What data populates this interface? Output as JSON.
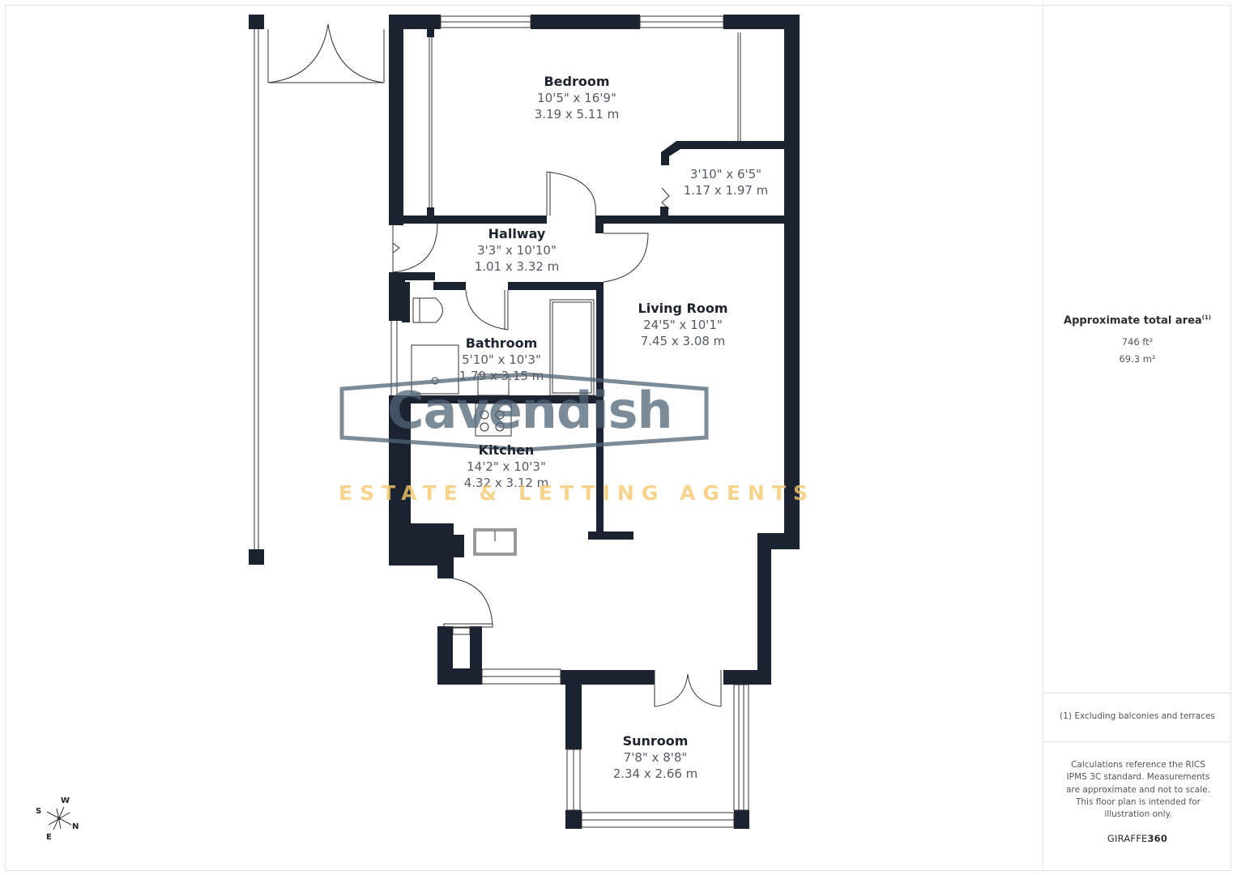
{
  "floorplan": {
    "rooms": [
      {
        "id": "bedroom",
        "name": "Bedroom",
        "imperial": "10'5\" x 16'9\"",
        "metric": "3.19 x 5.11 m"
      },
      {
        "id": "closet",
        "name": "",
        "imperial": "3'10\" x 6'5\"",
        "metric": "1.17 x 1.97 m"
      },
      {
        "id": "hallway",
        "name": "Hallway",
        "imperial": "3'3\" x 10'10\"",
        "metric": "1.01 x 3.32 m"
      },
      {
        "id": "living-room",
        "name": "Living Room",
        "imperial": "24'5\" x 10'1\"",
        "metric": "7.45 x 3.08 m"
      },
      {
        "id": "bathroom",
        "name": "Bathroom",
        "imperial": "5'10\" x 10'3\"",
        "metric": "1.79 x 3.15 m"
      },
      {
        "id": "kitchen",
        "name": "Kitchen",
        "imperial": "14'2\" x 10'3\"",
        "metric": "4.32 x 3.12 m"
      },
      {
        "id": "sunroom",
        "name": "Sunroom",
        "imperial": "7'8\" x 8'8\"",
        "metric": "2.34 x 2.66 m"
      }
    ],
    "compass": {
      "n": "N",
      "s": "S",
      "e": "E",
      "w": "W"
    },
    "watermark": {
      "brand": "Cavendish",
      "tagline": "ESTATE & LETTING AGENTS"
    },
    "colors": {
      "wall": "#1c2330",
      "watermark_blue": "#506476",
      "watermark_gold": "#f5c86e"
    }
  },
  "sidebar": {
    "area_title": "Approximate total area",
    "area_footnote_marker": "(1)",
    "area_ft": "746 ft²",
    "area_m": "69.3 m²",
    "footnote": "(1) Excluding balconies and terraces",
    "disclaimer": "Calculations reference the RICS IPMS 3C standard. Measurements are approximate and not to scale. This floor plan is intended for illustration only.",
    "brand_light": "GIRAFFE",
    "brand_bold": "360"
  }
}
